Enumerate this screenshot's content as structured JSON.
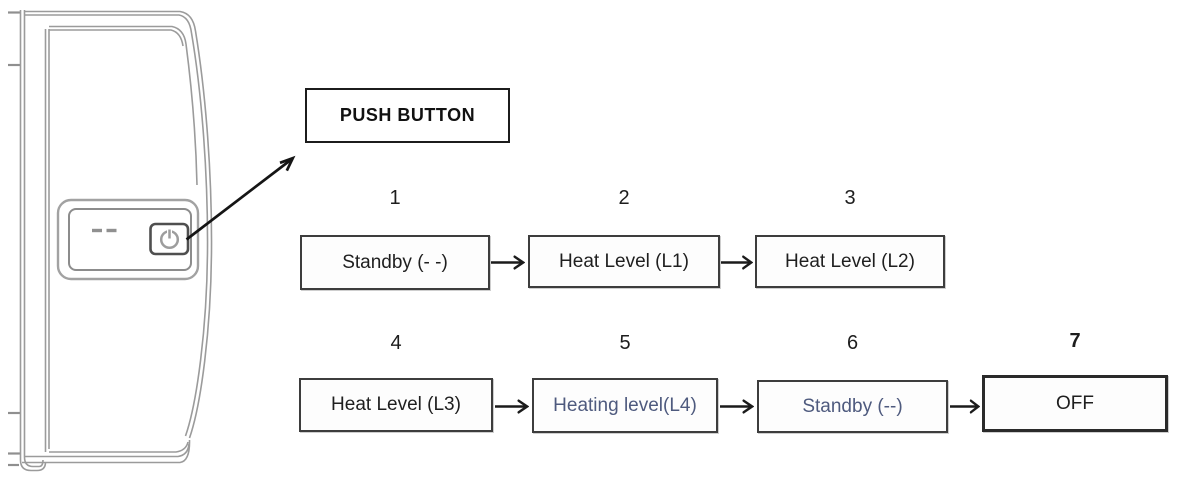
{
  "diagram": {
    "push_button_label": "PUSH BUTTON",
    "steps": [
      {
        "num": "1",
        "label": "Standby (- -)"
      },
      {
        "num": "2",
        "label": "Heat Level (L1)"
      },
      {
        "num": "3",
        "label": "Heat Level (L2)"
      },
      {
        "num": "4",
        "label": "Heat Level (L3)"
      },
      {
        "num": "5",
        "label": "Heating level(L4)"
      },
      {
        "num": "6",
        "label": "Standby (--)"
      },
      {
        "num": "7",
        "label": "OFF"
      }
    ]
  },
  "device": {
    "display_value": "- -",
    "power_icon": "power-symbol"
  },
  "colors": {
    "box_border": "#3d3d3d",
    "text": "#1f1f1f",
    "tinted_text": "#4e5a7e",
    "device_line": "#9b9b9b",
    "arrow": "#1b1b1b"
  }
}
